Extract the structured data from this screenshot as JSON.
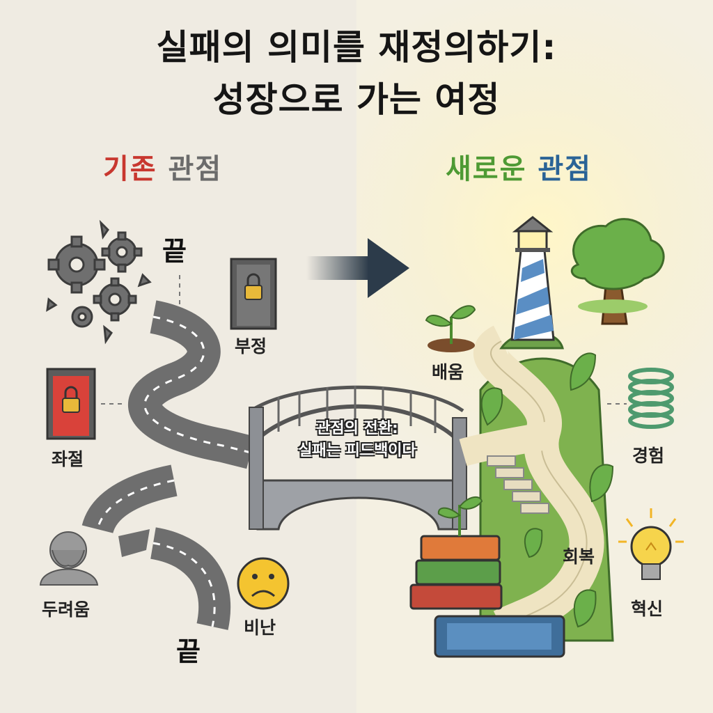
{
  "title": {
    "line1": "실패의 의미를 재정의하기:",
    "line2": "성장으로 가는 여정"
  },
  "left_panel": {
    "heading_word1": "기존",
    "heading_word2": "관점",
    "end_top": "끝",
    "end_bottom": "끝",
    "labels": {
      "denial": "부정",
      "frustration": "좌절",
      "fear": "두려움",
      "blame": "비난"
    }
  },
  "bridge": {
    "line1": "관점의 전환:",
    "line2": "실패는 피드백이다"
  },
  "right_panel": {
    "heading_word1": "새로운",
    "heading_word2": "관점",
    "labels": {
      "learning": "배움",
      "experience": "경험",
      "recovery": "회복",
      "innovation": "혁신"
    }
  },
  "colors": {
    "old_accent": "#c8372f",
    "neutral_grey": "#6b6b6b",
    "new_accent": "#4e9a34",
    "blue_accent": "#2a6396"
  },
  "icons": [
    "broken-gears-icon",
    "locked-door-icon",
    "red-locked-door-icon",
    "despair-person-icon",
    "sad-face-icon",
    "arrow-icon",
    "lighthouse-icon",
    "tree-icon",
    "sprout-icon",
    "spring-icon",
    "lightbulb-icon",
    "books-icon"
  ]
}
